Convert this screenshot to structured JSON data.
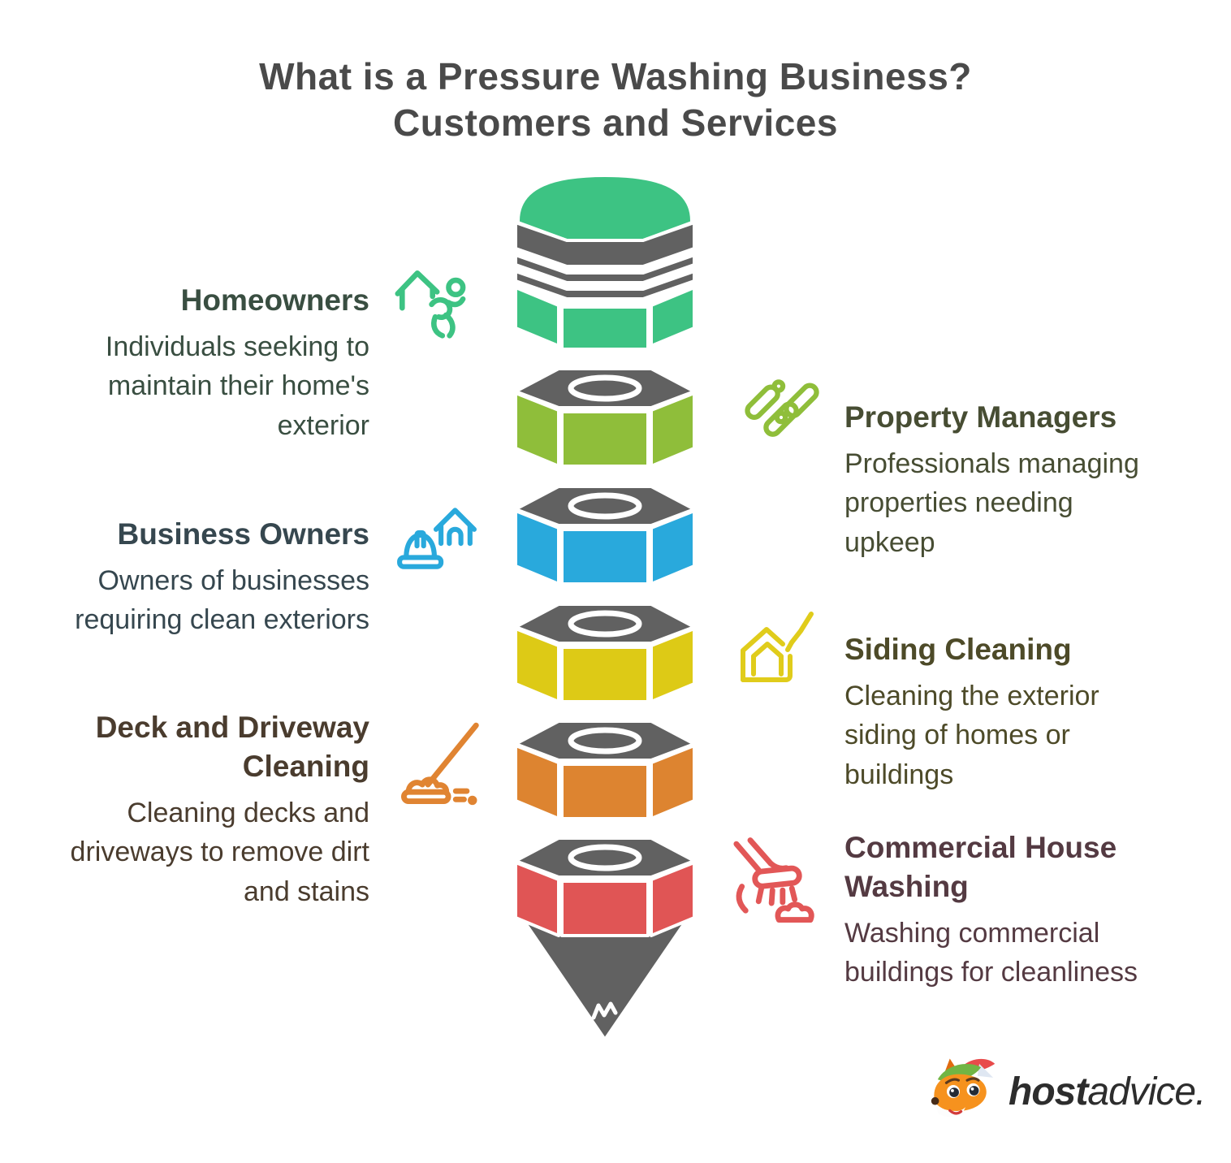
{
  "title": {
    "line1": "What is a Pressure Washing Business?",
    "line2": "Customers and Services",
    "color": "#4a4a4a"
  },
  "sections": [
    {
      "heading": "Homeowners",
      "description": "Individuals seeking to maintain their home's exterior",
      "accent": "#3dc383",
      "text_color": "#394e41",
      "icon": "house-with-person"
    },
    {
      "heading": "Property Managers",
      "description": "Professionals managing properties needing upkeep",
      "accent": "#8fbe3a",
      "text_color": "#474d33",
      "icon": "diagonal-capsules"
    },
    {
      "heading": "Business Owners",
      "description": "Owners of businesses requiring clean exteriors",
      "accent": "#29a9dc",
      "text_color": "#36474f",
      "icon": "house-with-hard-hat"
    },
    {
      "heading": "Siding Cleaning",
      "description": "Cleaning the exterior siding of homes or buildings",
      "accent": "#e0cc1b",
      "text_color": "#4d4a28",
      "icon": "house-with-spray-wand"
    },
    {
      "heading": "Deck and Driveway Cleaning",
      "description": "Cleaning decks and driveways to remove dirt and stains",
      "accent": "#e08432",
      "text_color": "#4a3c2e",
      "icon": "push-broom"
    },
    {
      "heading": "Commercial House Washing",
      "description": "Washing commercial buildings for cleanliness",
      "accent": "#e25757",
      "text_color": "#543a42",
      "icon": "scrub-brush-with-foam"
    }
  ],
  "pencil": {
    "colors": {
      "gray": "#616161",
      "eraser_green": "#3dc383",
      "olive": "#8fbe3a",
      "blue": "#29a9dc",
      "yellow": "#ddca16",
      "orange": "#dd8430",
      "red": "#e05555"
    }
  },
  "logo": {
    "brand_bold": "host",
    "brand_regular": "advice.",
    "text_color": "#2d2d2d"
  }
}
